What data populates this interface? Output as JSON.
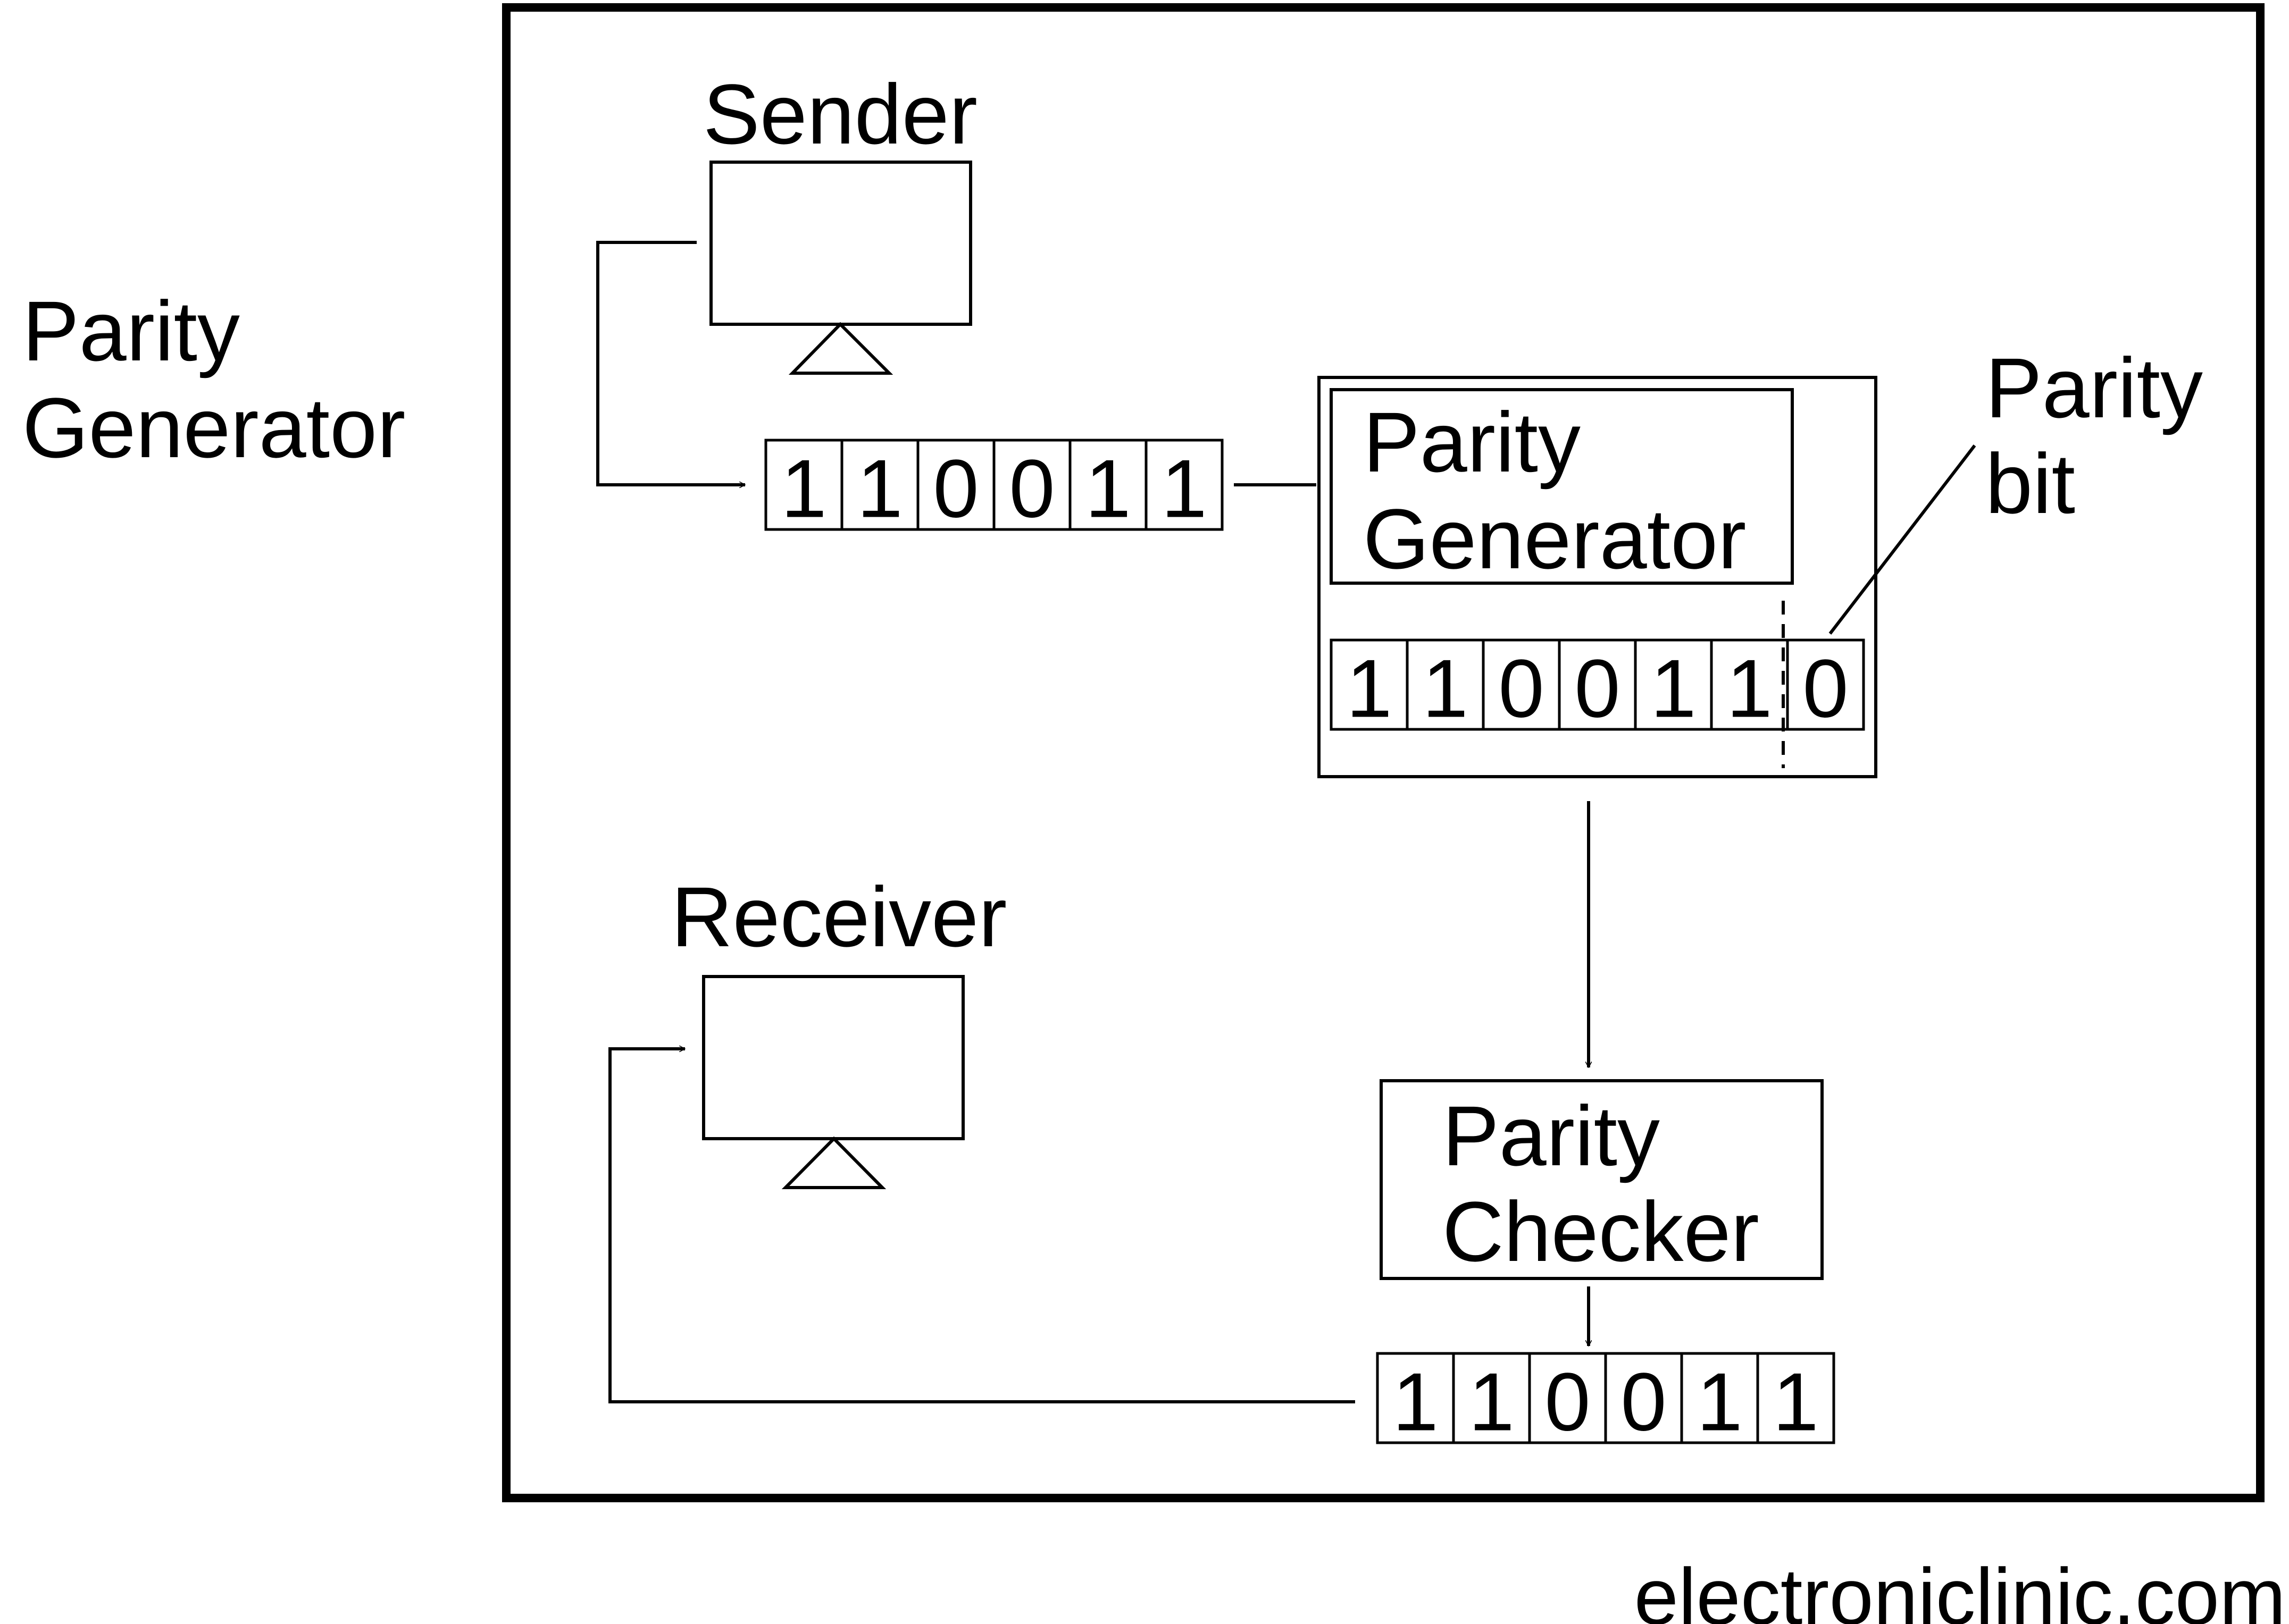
{
  "side_title": {
    "line1": "Parity",
    "line2": "Generator"
  },
  "sender": {
    "label": "Sender",
    "icon": "monitor-icon"
  },
  "receiver": {
    "label": "Receiver",
    "icon": "monitor-icon"
  },
  "sender_bits": [
    "1",
    "1",
    "0",
    "0",
    "1",
    "1"
  ],
  "parity_generator": {
    "line1": "Parity",
    "line2": "Generator",
    "bits": [
      "1",
      "1",
      "0",
      "0",
      "1",
      "1",
      "0"
    ]
  },
  "parity_bit_label": {
    "line1": "Parity",
    "line2": "bit"
  },
  "parity_checker": {
    "line1": "Parity",
    "line2": "Checker"
  },
  "receiver_bits": [
    "1",
    "1",
    "0",
    "0",
    "1",
    "1"
  ],
  "watermark": "electroniclinic.com"
}
